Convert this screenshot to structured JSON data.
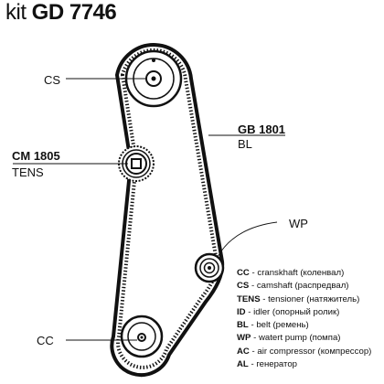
{
  "header": {
    "prefix": "kit",
    "code": "GD 7746"
  },
  "labels": {
    "cs": "CS",
    "gb_code": "GB 1801",
    "gb_sub": "BL",
    "cm_code": "CM 1805",
    "cm_sub": "TENS",
    "wp": "WP",
    "cc": "CC"
  },
  "legend": [
    {
      "code": "CC",
      "text": "- cranskhaft (коленвал)"
    },
    {
      "code": "CS",
      "text": "- camshaft (распредвал)"
    },
    {
      "code": "TENS",
      "text": "- tensioner (натяжитель)"
    },
    {
      "code": "ID",
      "text": "- idler (опорный ролик)"
    },
    {
      "code": "BL",
      "text": "- belt (ремень)"
    },
    {
      "code": "WP",
      "text": "- watert pump (помпа)"
    },
    {
      "code": "AC",
      "text": "- air compressor (компрессор)"
    },
    {
      "code": "AL",
      "text": "- генератор"
    }
  ]
}
